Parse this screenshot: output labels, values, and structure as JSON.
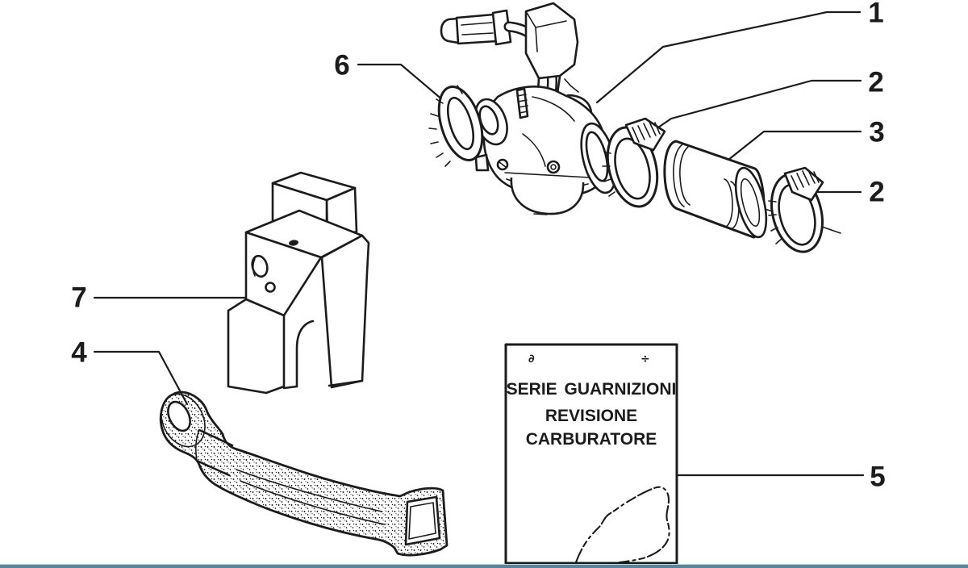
{
  "diagram": {
    "type": "exploded-parts-diagram",
    "subject": "Carburettor assembly",
    "callouts": [
      {
        "id": "c1",
        "label": "1",
        "part": "carburettor"
      },
      {
        "id": "c2-upper",
        "label": "2",
        "part": "hose-clamp"
      },
      {
        "id": "c3",
        "label": "3",
        "part": "coupling-sleeve"
      },
      {
        "id": "c2-lower",
        "label": "2",
        "part": "hose-clamp"
      },
      {
        "id": "c4",
        "label": "4",
        "part": "intake-pipe"
      },
      {
        "id": "c5",
        "label": "5",
        "part": "gasket-kit"
      },
      {
        "id": "c6",
        "label": "6",
        "part": "gasket"
      },
      {
        "id": "c7",
        "label": "7",
        "part": "bracket"
      }
    ],
    "gasket_kit_box": {
      "line1": "SERIE GUARNIZIONI",
      "line2": "REVISIONE",
      "line3": "CARBURATORE",
      "mark_left": "∂",
      "mark_right": "÷"
    },
    "colors": {
      "ink": "#1c1c1c",
      "bottom_bar": "#4c89a9",
      "background": "#ffffff"
    }
  }
}
